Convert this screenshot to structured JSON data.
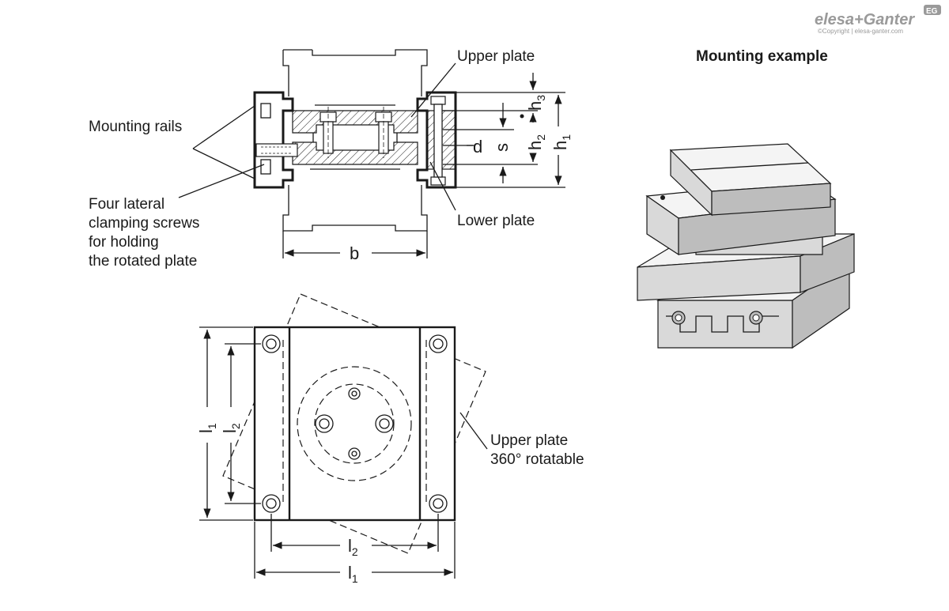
{
  "brand": {
    "name": "elesa+Ganter",
    "copyright": "©Copyright | elesa-ganter.com",
    "badge": "EG"
  },
  "section_view": {
    "labels": {
      "mounting_rails": "Mounting rails",
      "clamping_screws": [
        "Four lateral",
        "clamping screws",
        "for holding",
        "the rotated plate"
      ],
      "upper_plate": "Upper plate",
      "lower_plate": "Lower plate"
    },
    "dims": {
      "b": "b",
      "d": "d",
      "s": "s",
      "h1": "h",
      "h1_sub": "1",
      "h2": "h",
      "h2_sub": "2",
      "h3": "h",
      "h3_sub": "3"
    }
  },
  "top_view": {
    "labels": {
      "upper_plate_rotatable": [
        "Upper plate",
        "360° rotatable"
      ]
    },
    "dims": {
      "l1": "l",
      "l1_sub": "1",
      "l2": "l",
      "l2_sub": "2"
    }
  },
  "mounting_example": {
    "title": "Mounting example"
  },
  "colors": {
    "line": "#1a1a1a",
    "metal_light": "#f4f4f4",
    "metal_mid": "#d9d9d9",
    "metal_dark": "#bdbdbd",
    "brand_gray": "#9a9a9a"
  }
}
